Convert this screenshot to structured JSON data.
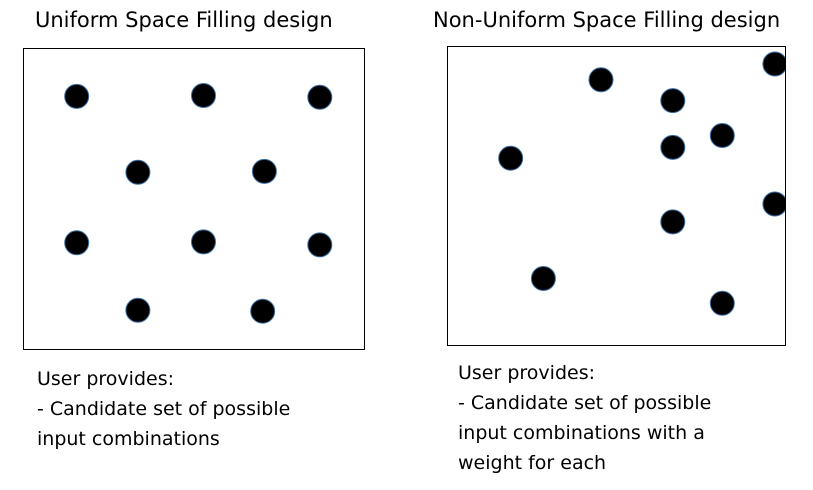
{
  "panels": [
    {
      "title": "Uniform Space Filling design",
      "points": [
        [
          0.155,
          0.158
        ],
        [
          0.528,
          0.155
        ],
        [
          0.87,
          0.161
        ],
        [
          0.335,
          0.411
        ],
        [
          0.707,
          0.408
        ],
        [
          0.155,
          0.646
        ],
        [
          0.528,
          0.643
        ],
        [
          0.87,
          0.653
        ],
        [
          0.335,
          0.871
        ],
        [
          0.702,
          0.874
        ]
      ],
      "caption": {
        "line1": "User provides:",
        "line2": "- Candidate set of possible",
        "line3": "input combinations"
      }
    },
    {
      "title": "Non-Uniform Space Filling design",
      "points": [
        [
          0.454,
          0.11
        ],
        [
          0.97,
          0.057
        ],
        [
          0.667,
          0.18
        ],
        [
          0.814,
          0.297
        ],
        [
          0.667,
          0.337
        ],
        [
          0.186,
          0.373
        ],
        [
          0.97,
          0.527
        ],
        [
          0.667,
          0.587
        ],
        [
          0.283,
          0.777
        ],
        [
          0.814,
          0.86
        ]
      ],
      "caption": {
        "line1": "User provides:",
        "line2": "- Candidate set of possible",
        "line3": "input combinations with a",
        "line4": "weight for each"
      }
    }
  ],
  "colors": {
    "point_fill": "#000000",
    "point_outline": "#3b6fa3",
    "box_border": "#000000"
  }
}
